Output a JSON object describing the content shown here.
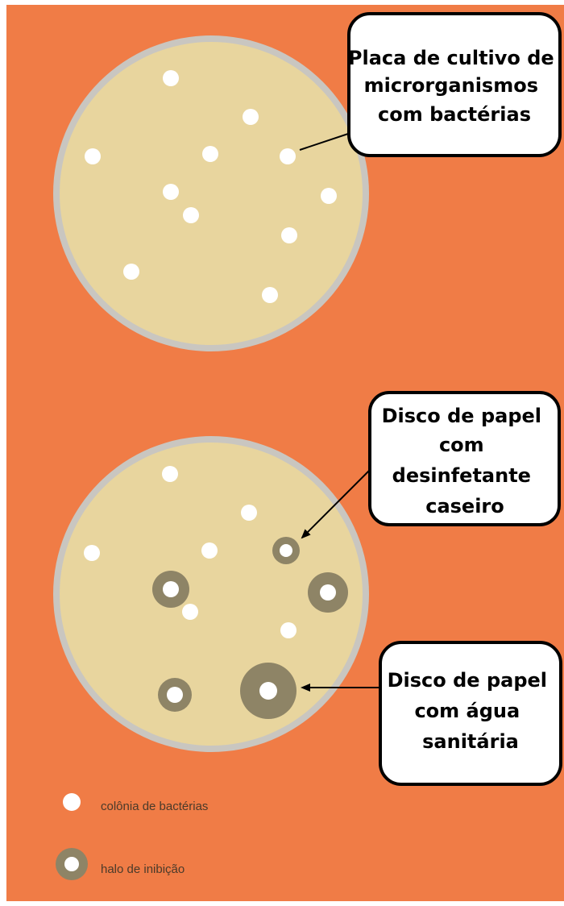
{
  "colors": {
    "background": "#F07C46",
    "dish_border": "#C9C6C0",
    "agar": "#E8D59E",
    "colony": "#FFFFFF",
    "halo": "#8E8466",
    "callout_fill": "#FFFFFF",
    "callout_border": "#000000",
    "arrow": "#000000"
  },
  "callouts": {
    "dish": {
      "lines": [
        "Placa de cultivo de",
        "microrganismos",
        "com bactérias"
      ]
    },
    "disinfectant": {
      "lines": [
        "Disco de papel",
        "com",
        "desinfetante",
        "caseiro"
      ]
    },
    "bleach": {
      "lines": [
        "Disco de papel",
        "com água",
        "sanitária"
      ]
    }
  },
  "legend": {
    "colony_label": "colônia de bactérias",
    "halo_label": "halo de inibição"
  }
}
